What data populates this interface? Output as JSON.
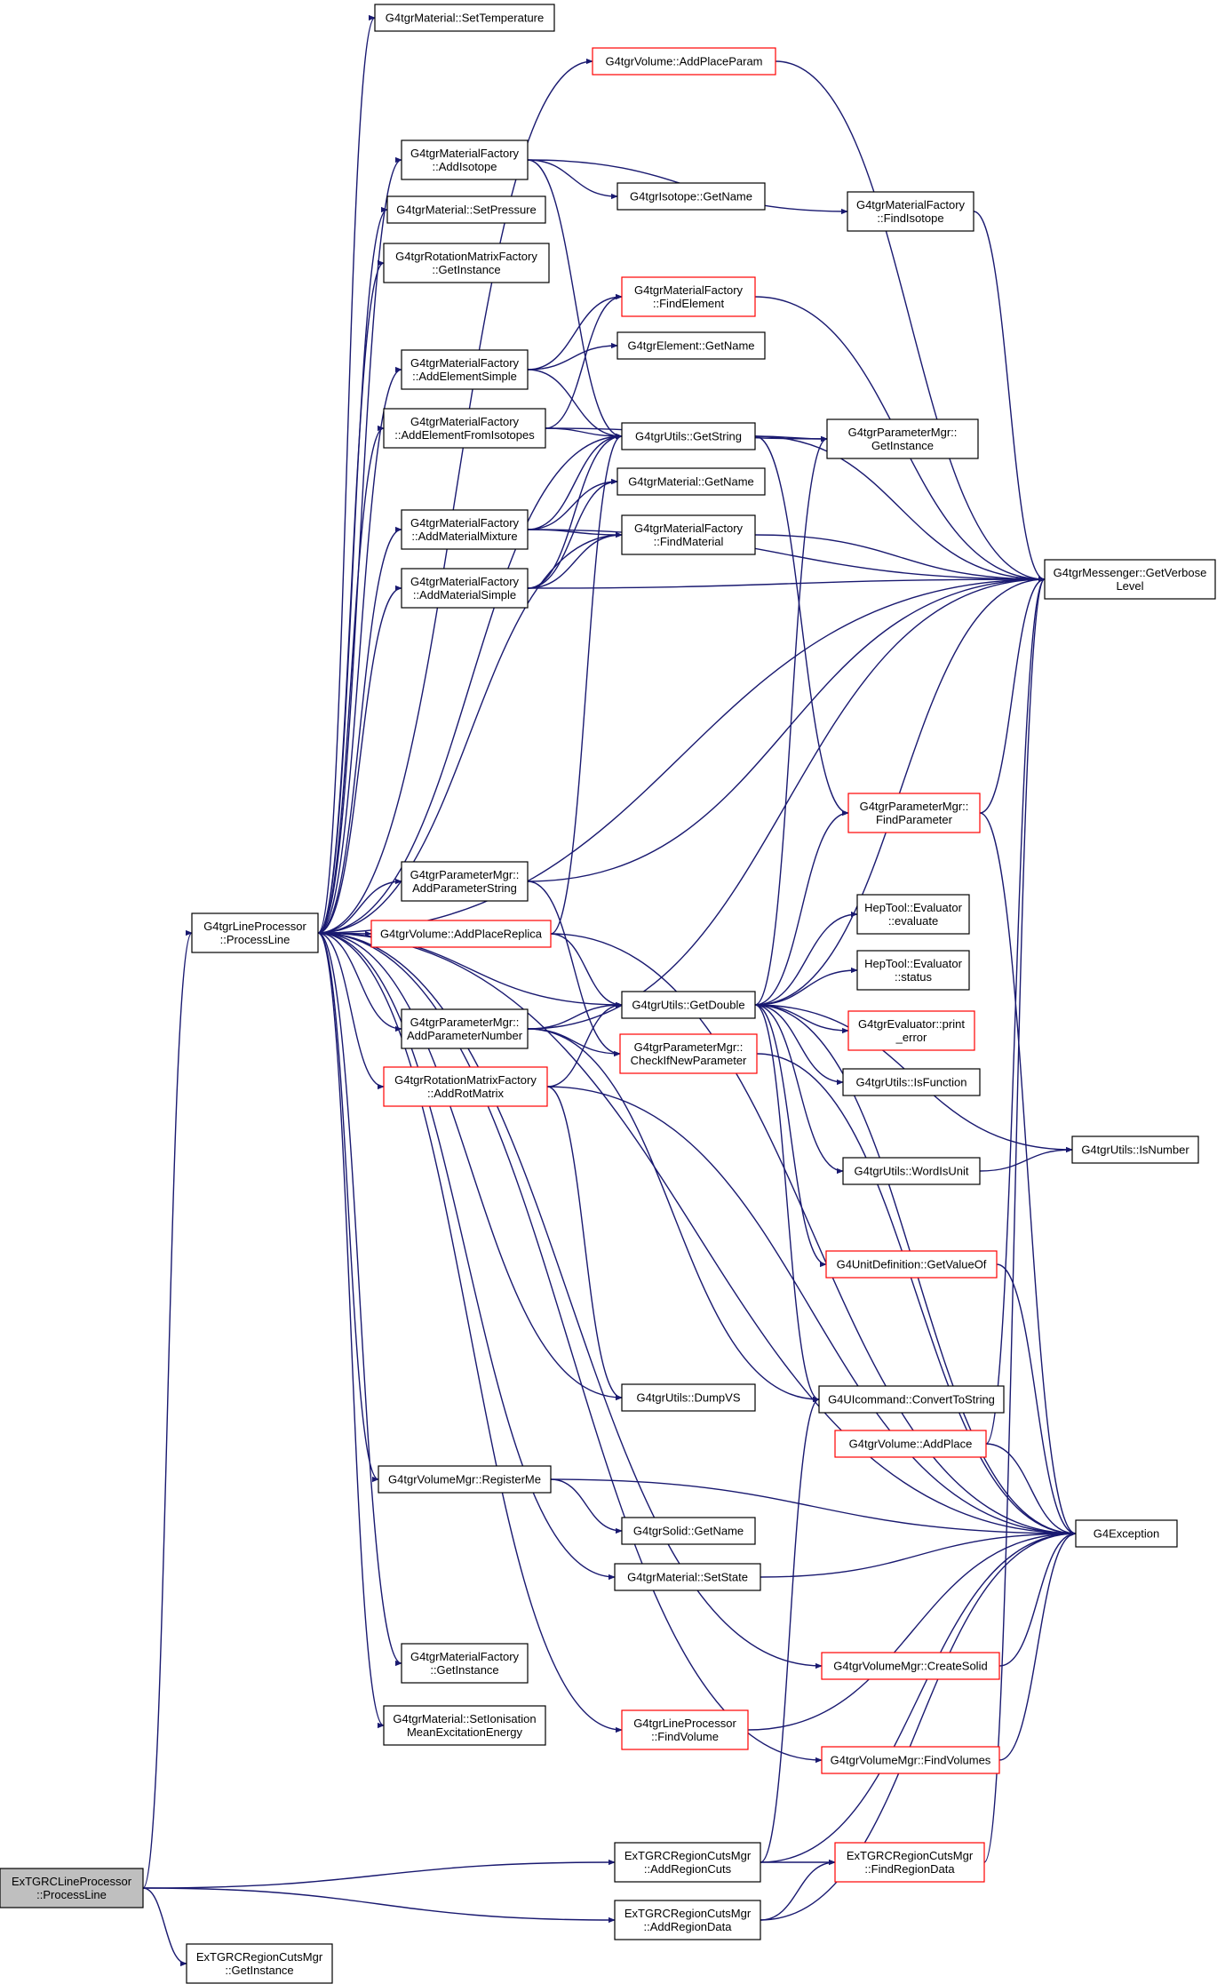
{
  "diagram": {
    "title": "Call graph of ExTGRCLineProcessor::ProcessLine",
    "colors": {
      "edge": "#191970",
      "box_border": "#000000",
      "box_border_partial": "#ff0000",
      "root_fill": "#bfbfbf",
      "box_fill": "#ffffff"
    },
    "nodes": [
      {
        "id": "root",
        "lines": [
          "ExTGRCLineProcessor",
          "::ProcessLine"
        ],
        "style": "root"
      },
      {
        "id": "lp",
        "lines": [
          "G4tgrLineProcessor",
          "::ProcessLine"
        ],
        "style": "normal"
      },
      {
        "id": "rcgi",
        "lines": [
          "ExTGRCRegionCutsMgr",
          "::GetInstance"
        ],
        "style": "normal"
      },
      {
        "id": "addcuts",
        "lines": [
          "ExTGRCRegionCutsMgr",
          "::AddRegionCuts"
        ],
        "style": "normal"
      },
      {
        "id": "adddata",
        "lines": [
          "ExTGRCRegionCutsMgr",
          "::AddRegionData"
        ],
        "style": "normal"
      },
      {
        "id": "findrd",
        "lines": [
          "ExTGRCRegionCutsMgr",
          "::FindRegionData"
        ],
        "style": "partial"
      },
      {
        "id": "settemp",
        "lines": [
          "G4tgrMaterial::SetTemperature"
        ],
        "style": "normal"
      },
      {
        "id": "addplaceparam",
        "lines": [
          "G4tgrVolume::AddPlaceParam"
        ],
        "style": "partial"
      },
      {
        "id": "addiso",
        "lines": [
          "G4tgrMaterialFactory",
          "::AddIsotope"
        ],
        "style": "normal"
      },
      {
        "id": "isoname",
        "lines": [
          "G4tgrIsotope::GetName"
        ],
        "style": "normal"
      },
      {
        "id": "findiso",
        "lines": [
          "G4tgrMaterialFactory",
          "::FindIsotope"
        ],
        "style": "normal"
      },
      {
        "id": "setpress",
        "lines": [
          "G4tgrMaterial::SetPressure"
        ],
        "style": "normal"
      },
      {
        "id": "rotgi",
        "lines": [
          "G4tgrRotationMatrixFactory",
          "::GetInstance"
        ],
        "style": "normal"
      },
      {
        "id": "findel",
        "lines": [
          "G4tgrMaterialFactory",
          "::FindElement"
        ],
        "style": "partial"
      },
      {
        "id": "addelsimple",
        "lines": [
          "G4tgrMaterialFactory",
          "::AddElementSimple"
        ],
        "style": "normal"
      },
      {
        "id": "elname",
        "lines": [
          "G4tgrElement::GetName"
        ],
        "style": "normal"
      },
      {
        "id": "addelfromiso",
        "lines": [
          "G4tgrMaterialFactory",
          "::AddElementFromIsotopes"
        ],
        "style": "normal"
      },
      {
        "id": "getstring",
        "lines": [
          "G4tgrUtils::GetString"
        ],
        "style": "normal"
      },
      {
        "id": "pmgi",
        "lines": [
          "G4tgrParameterMgr::",
          "GetInstance"
        ],
        "style": "normal"
      },
      {
        "id": "matname",
        "lines": [
          "G4tgrMaterial::GetName"
        ],
        "style": "normal"
      },
      {
        "id": "addmatmix",
        "lines": [
          "G4tgrMaterialFactory",
          "::AddMaterialMixture"
        ],
        "style": "normal"
      },
      {
        "id": "findmat",
        "lines": [
          "G4tgrMaterialFactory",
          "::FindMaterial"
        ],
        "style": "normal"
      },
      {
        "id": "addmatsimple",
        "lines": [
          "G4tgrMaterialFactory",
          "::AddMaterialSimple"
        ],
        "style": "normal"
      },
      {
        "id": "verbose",
        "lines": [
          "G4tgrMessenger::GetVerbose",
          "Level"
        ],
        "style": "normal"
      },
      {
        "id": "findparam",
        "lines": [
          "G4tgrParameterMgr::",
          "FindParameter"
        ],
        "style": "partial"
      },
      {
        "id": "addparamstr",
        "lines": [
          "G4tgrParameterMgr::",
          "AddParameterString"
        ],
        "style": "normal"
      },
      {
        "id": "addplacerep",
        "lines": [
          "G4tgrVolume::AddPlaceReplica"
        ],
        "style": "partial"
      },
      {
        "id": "hepeval",
        "lines": [
          "HepTool::Evaluator",
          "::evaluate"
        ],
        "style": "normal"
      },
      {
        "id": "hepstatus",
        "lines": [
          "HepTool::Evaluator",
          "::status"
        ],
        "style": "normal"
      },
      {
        "id": "getdouble",
        "lines": [
          "G4tgrUtils::GetDouble"
        ],
        "style": "normal"
      },
      {
        "id": "evalerr",
        "lines": [
          "G4tgrEvaluator::print",
          "_error"
        ],
        "style": "partial"
      },
      {
        "id": "addparamnum",
        "lines": [
          "G4tgrParameterMgr::",
          "AddParameterNumber"
        ],
        "style": "normal"
      },
      {
        "id": "checkparam",
        "lines": [
          "G4tgrParameterMgr::",
          "CheckIfNewParameter"
        ],
        "style": "partial"
      },
      {
        "id": "isfunction",
        "lines": [
          "G4tgrUtils::IsFunction"
        ],
        "style": "normal"
      },
      {
        "id": "addrotmat",
        "lines": [
          "G4tgrRotationMatrixFactory",
          "::AddRotMatrix"
        ],
        "style": "partial"
      },
      {
        "id": "isnumber",
        "lines": [
          "G4tgrUtils::IsNumber"
        ],
        "style": "normal"
      },
      {
        "id": "wordisunit",
        "lines": [
          "G4tgrUtils::WordIsUnit"
        ],
        "style": "normal"
      },
      {
        "id": "unitval",
        "lines": [
          "G4UnitDefinition::GetValueOf"
        ],
        "style": "partial"
      },
      {
        "id": "dumpvs",
        "lines": [
          "G4tgrUtils::DumpVS"
        ],
        "style": "normal"
      },
      {
        "id": "convstr",
        "lines": [
          "G4UIcommand::ConvertToString"
        ],
        "style": "normal"
      },
      {
        "id": "addplace",
        "lines": [
          "G4tgrVolume::AddPlace"
        ],
        "style": "partial"
      },
      {
        "id": "regme",
        "lines": [
          "G4tgrVolumeMgr::RegisterMe"
        ],
        "style": "normal"
      },
      {
        "id": "solname",
        "lines": [
          "G4tgrSolid::GetName"
        ],
        "style": "normal"
      },
      {
        "id": "g4exc",
        "lines": [
          "G4Exception"
        ],
        "style": "normal"
      },
      {
        "id": "setstate",
        "lines": [
          "G4tgrMaterial::SetState"
        ],
        "style": "normal"
      },
      {
        "id": "createsolid",
        "lines": [
          "G4tgrVolumeMgr::CreateSolid"
        ],
        "style": "partial"
      },
      {
        "id": "matfgi",
        "lines": [
          "G4tgrMaterialFactory",
          "::GetInstance"
        ],
        "style": "normal"
      },
      {
        "id": "setion",
        "lines": [
          "G4tgrMaterial::SetIonisation",
          "MeanExcitationEnergy"
        ],
        "style": "normal"
      },
      {
        "id": "lpfindvol",
        "lines": [
          "G4tgrLineProcessor",
          "::FindVolume"
        ],
        "style": "partial"
      },
      {
        "id": "findvols",
        "lines": [
          "G4tgrVolumeMgr::FindVolumes"
        ],
        "style": "partial"
      }
    ]
  }
}
